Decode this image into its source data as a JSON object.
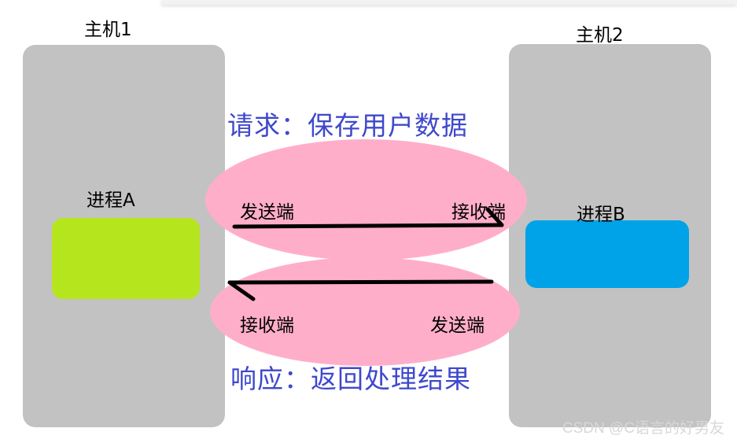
{
  "host1": {
    "label": "主机1"
  },
  "host2": {
    "label": "主机2"
  },
  "process_a": {
    "label": "进程A"
  },
  "process_b": {
    "label": "进程B"
  },
  "request": {
    "caption": "请求：保存用户数据",
    "sender_label": "发送端",
    "receiver_label": "接收端"
  },
  "response": {
    "caption": "响应：返回处理结果",
    "receiver_label": "接收端",
    "sender_label": "发送端"
  },
  "watermark": "CSDN @C语言的好男友",
  "colors": {
    "host_box": "#c2c2c2",
    "process_a": "#b5e51d",
    "process_b": "#00a2e8",
    "channel": "#ffaec9",
    "caption_text": "#3f48cc"
  }
}
